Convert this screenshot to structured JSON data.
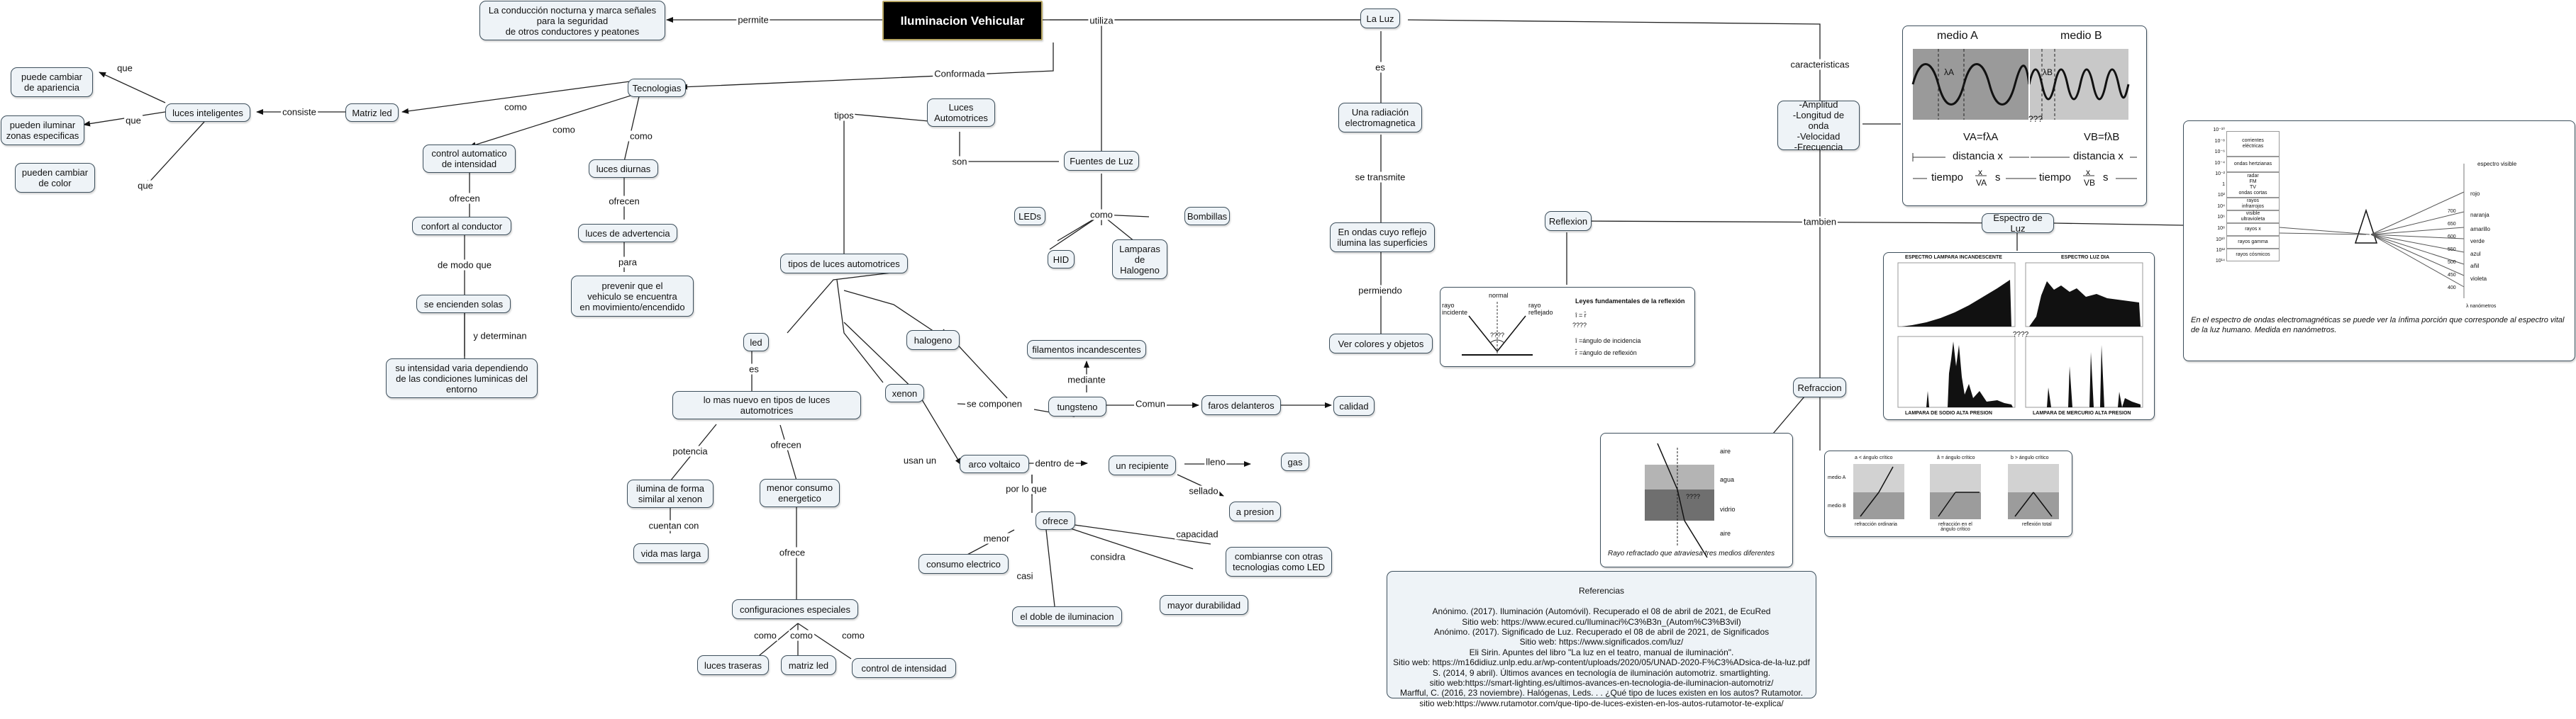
{
  "title": "Iluminacion Vehicular",
  "nodes": {
    "conduccion": "La conducción nocturna y marca señales\npara la seguridad\nde otros conductores y peatones",
    "tecnologias": "Tecnologias",
    "matriz_led": "Matriz led",
    "luces_inteligentes": "luces inteligentes",
    "apariencia": "puede cambiar\nde apariencia",
    "zonas": "pueden iluminar\nzonas especificas",
    "color": "pueden cambiar\nde color",
    "control_auto": "control automatico\nde intensidad",
    "confort": "confort al conductor",
    "solas": "se encienden solas",
    "intensidad_var": "su intensidad varia dependiendo\nde las condiciones luminicas del\nentorno",
    "diurnas": "luces diurnas",
    "advertencia": "luces de advertencia",
    "prevenir": "prevenir que el\nvehiculo se encuentra\nen movimiento/encendido",
    "luces_auto": "Luces\nAutomotrices",
    "fuentes": "Fuentes de Luz",
    "leds": "LEDs",
    "hid": "HID",
    "bombillas": "Bombillas",
    "halogeno_lamp": "Lamparas\nde\nHalogeno",
    "tipos_luces": "tipos de luces automotrices",
    "led": "led",
    "mas_nuevo": "lo mas nuevo en tipos de luces\nautomotrices",
    "ilumina_xenon": "ilumina de forma\nsimilar al xenon",
    "vida": "vida mas larga",
    "menor_consumo": "menor consumo\nenergetico",
    "config": "configuraciones especiales",
    "traseras": "luces traseras",
    "matriz_led2": "matriz led",
    "control_int": "control de intensidad",
    "xenon": "xenon",
    "halogeno": "halogeno",
    "filamentos": "filamentos incandescentes",
    "tungsteno": "tungsteno",
    "faros": "faros delanteros",
    "calidad": "calidad",
    "arco": "arco voltaico",
    "recipiente": "un recipiente",
    "gas": "gas",
    "presion": "a presion",
    "ofrece": "ofrece",
    "consumo_elec": "consumo electrico",
    "doble": "el doble de iluminacion",
    "durabilidad": "mayor durabilidad",
    "combinarse": "combianrse con otras\ntecnologias como LED",
    "la_luz": "La Luz",
    "radiacion": "Una radiación\nelectromagnetica",
    "ondas": "En ondas cuyo reflejo\nilumina las superficies",
    "ver_colores": "Ver colores y objetos",
    "caracteristicas_box": "-Amplitud\n-Longitud de onda\n-Velocidad\n-Frecuencia",
    "reflexion": "Reflexion",
    "espectro": "Espectro de Luz",
    "refraccion": "Refraccion"
  },
  "labels": {
    "permite": "permite",
    "utiliza": "utiliza",
    "conformada": "Conformada",
    "consiste": "consiste",
    "que1": "que",
    "que2": "que",
    "que3": "que",
    "como1": "como",
    "como2": "como",
    "como3": "como",
    "ofrecen1": "ofrecen",
    "de_modo_que": "de modo que",
    "y_determinan": "y determinan",
    "ofrecen2": "ofrecen",
    "para": "para",
    "tipos": "tipos",
    "son": "son",
    "como_fuentes": "como",
    "es_led": "es",
    "potencia": "potencia",
    "ofrecen3": "ofrecen",
    "cuentan_con": "cuentan con",
    "ofrece_cfg": "ofrece",
    "como_a": "como",
    "como_b": "como",
    "como_c": "como",
    "usan_un": "usan un",
    "se_componen": "se componen",
    "mediante": "mediante",
    "comun": "Comun",
    "dentro_de": "dentro de",
    "lleno": "lleno",
    "sellado": "sellado",
    "por_lo_que": "por lo que",
    "menor": "menor",
    "casi": "casi",
    "considra": "considra",
    "capacidad": "capacidad",
    "es_luz": "es",
    "se_transmite": "se transmite",
    "permiendo": "permiendo",
    "caracteristicas": "caracteristicas",
    "tambien": "tambien"
  },
  "wave_panel": {
    "medio_a": "medio A",
    "medio_b": "medio B",
    "lambda_a": "λA",
    "lambda_b": "λB",
    "unknown": "???",
    "formula_a": "VA=fλA",
    "formula_b": "VB=fλB",
    "distancia": "distancia x",
    "tiempo": "tiempo",
    "x": "x",
    "va": "VA",
    "vb": "VB",
    "s": "s"
  },
  "reflexion_panel": {
    "normal": "normal",
    "incidente": "rayo\nincidente",
    "reflejado": "rayo\nreflejado",
    "unknown": "????",
    "leyes": "Leyes fundamentales de la reflexión",
    "ley1": "î = r̂",
    "ley_i": "î =ángulo de incidencia",
    "ley_r": "r̂ =ángulo de reflexión"
  },
  "espectro_panel": {
    "t1": "ESPECTRO LAMPARA INCANDESCENTE",
    "t2": "ESPECTRO LUZ DIA",
    "t3": "LAMPARA DE SODIO ALTA PRESION",
    "t4": "LAMPARA DE MERCURIO ALTA PRESION",
    "unknown": "????"
  },
  "refraccion_panel1": {
    "aire1": "aire",
    "agua": "agua",
    "vidrio": "vidrio",
    "aire2": "aire",
    "unknown": "????",
    "caption": "Rayo refractado que atraviesa tres medios diferentes"
  },
  "refraccion_panel2": {
    "h1": "a < ángulo crítico",
    "h2": "â = ángulo crítico",
    "h3": "b > ángulo crítico",
    "medio_a": "medio A",
    "medio_b": "medio B",
    "c1": "refracción ordinaria",
    "c2": "refracción en el\nángulo crítico",
    "c3": "reflexión total"
  },
  "em_panel": {
    "bands": [
      "corrientes\neléctricas",
      "ondas hertzianas",
      "radar\nFM\nTV\nondas cortas",
      "rayos\ninfrarrojos",
      "visible\nultravioleta",
      "rayos x",
      "rayos gamma",
      "rayos cósmicos"
    ],
    "exps": [
      "10⁻¹⁰",
      "10⁻⁸",
      "10⁻⁶",
      "10⁻⁴",
      "10⁻²",
      "1",
      "10²",
      "10⁴",
      "10⁶",
      "10⁸",
      "10¹⁰",
      "10¹²",
      "10¹⁴"
    ],
    "colors": [
      "espectro visible",
      "rojo",
      "naranja",
      "amarillo",
      "verde",
      "azul",
      "añil",
      "violeta"
    ],
    "nm": [
      "700",
      "650",
      "600",
      "550",
      "500",
      "450",
      "400"
    ],
    "nanometros": "λ nanómetros",
    "caption": "En el espectro de ondas electromagnéticas se puede ver la ínfima porción que corresponde al espectro vital de la luz humano. Medida en nanómetros."
  },
  "referencias": {
    "title": "Referencias",
    "lines": [
      "Anónimo. (2017). Iluminación (Automóvil). Recuperado el 08 de abril de 2021, de EcuRed",
      "Sitio web: https://www.ecured.cu/Iluminaci%C3%B3n_(Autom%C3%B3vil)",
      "Anónimo. (2017). Significado de Luz. Recuperado el 08 de abril de 2021, de Significados",
      "Sitio web: https://www.significados.com/luz/",
      "Eli Sirin. Apuntes del libro \"La luz en el teatro, manual de iluminación\".",
      "Sitio web: https://m16didiuz.unlp.edu.ar/wp-content/uploads/2020/05/UNAD-2020-F%C3%ADsica-de-la-luz.pdf",
      "S. (2014, 9 abril). Últimos avances en tecnología de iluminación automotriz. smartlighting.",
      "sitio web:https://smart-lighting.es/ultimos-avances-en-tecnologia-de-iluminacion-automotriz/",
      "Marfful, C. (2016, 23 noviembre). Halógenas, Leds. . . ¿Qué tipo de luces existen en los autos? Rutamotor.",
      "sitio web:https://www.rutamotor.com/que-tipo-de-luces-existen-en-los-autos-rutamotor-te-explica/"
    ]
  },
  "colors": {
    "node_fill": "#eef3f7",
    "node_border": "#3d4f5c",
    "main_fill": "#000000",
    "main_border": "#b9a865"
  }
}
